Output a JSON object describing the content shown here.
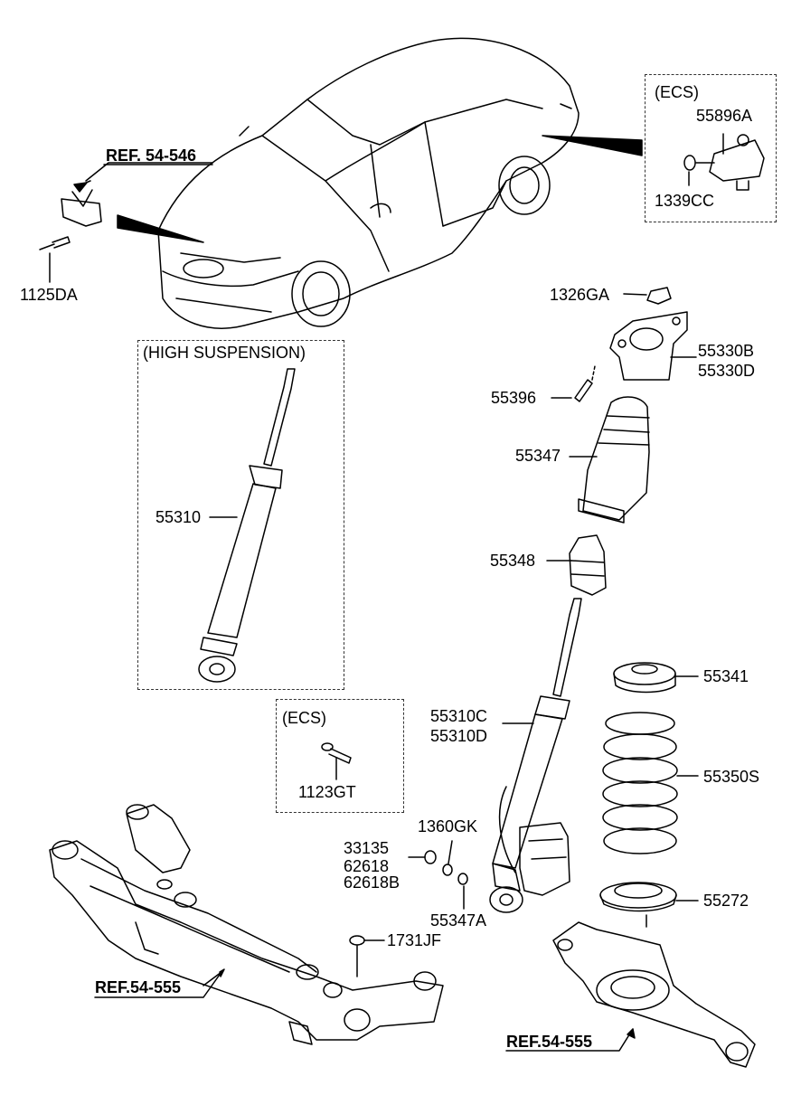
{
  "colors": {
    "line": "#000000",
    "fill": "#ffffff",
    "dash": "#333333"
  },
  "references": {
    "ref_54_546": "REF. 54-546",
    "ref_54_555_left": "REF.54-555",
    "ref_54_555_right": "REF.54-555"
  },
  "groups": {
    "ecs_top": "(ECS)",
    "high_suspension": "(HIGH SUSPENSION)",
    "ecs_bolt": "(ECS)"
  },
  "parts": {
    "p55896A": "55896A",
    "p1339CC": "1339CC",
    "p1125DA": "1125DA",
    "p1326GA": "1326GA",
    "p55330B": "55330B",
    "p55330D": "55330D",
    "p55396": "55396",
    "p55347": "55347",
    "p55310": "55310",
    "p55348": "55348",
    "p55341": "55341",
    "p55310C": "55310C",
    "p55310D": "55310D",
    "p1123GT": "1123GT",
    "p55350S": "55350S",
    "p1360GK": "1360GK",
    "p33135": "33135",
    "p62618": "62618",
    "p62618B": "62618B",
    "p55347A": "55347A",
    "p55272": "55272",
    "p1731JF": "1731JF"
  }
}
